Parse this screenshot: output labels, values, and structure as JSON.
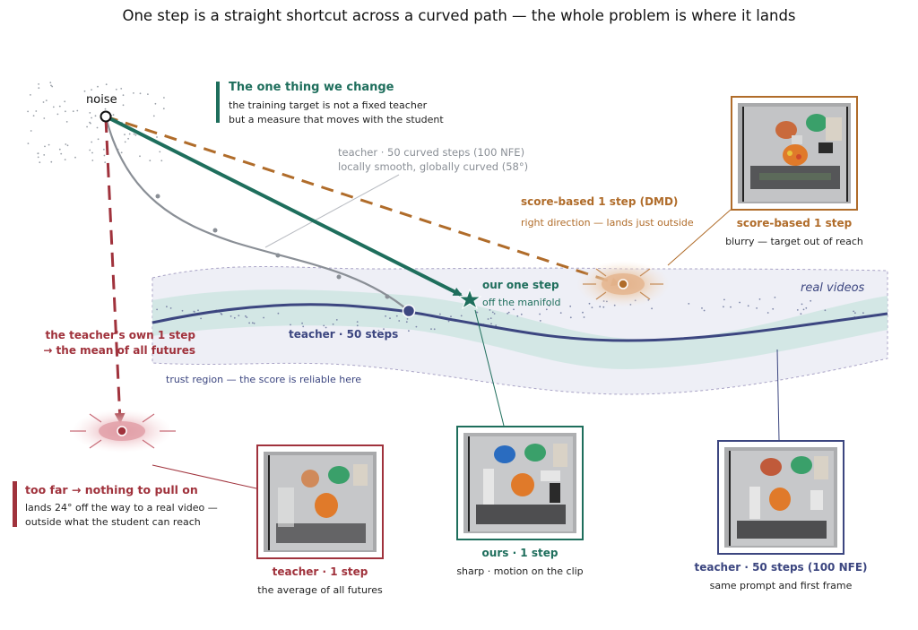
{
  "title": "One step is a straight shortcut across a curved path — the whole problem is where it lands",
  "noise_label": "noise",
  "callout": {
    "heading": "The one thing we change",
    "line1": "the training target is not a fixed teacher",
    "line2": "but a measure that moves with the student"
  },
  "teacher_path": {
    "line1": "teacher · 50 curved steps (100 NFE)",
    "line2": "locally smooth, globally curved (58°)"
  },
  "dmd": {
    "label": "score-based 1 step (DMD)",
    "note": "right direction — lands just outside"
  },
  "ours": {
    "label": "our one step",
    "note": "off the manifold"
  },
  "teacher_end_label": "teacher · 50 steps",
  "real_videos": "real videos",
  "trust_region": "trust region — the score is reliable here",
  "teacher_one_step": {
    "line1": "the teacher's own 1 step",
    "line2": "→ the mean of all futures"
  },
  "too_far": {
    "heading": "too far → nothing to pull on",
    "line1": "lands 24° off the way to a real video —",
    "line2": "outside what the student can reach"
  },
  "panels": {
    "score_based": {
      "title": "score-based 1 step",
      "caption": "blurry — target out of reach"
    },
    "teacher_1": {
      "title": "teacher · 1 step",
      "caption": "the average of all futures"
    },
    "ours_1": {
      "title": "ours · 1 step",
      "caption": "sharp · motion on the clip"
    },
    "teacher_50": {
      "title": "teacher · 50 steps (100 NFE)",
      "caption": "same prompt and first frame"
    }
  },
  "colors": {
    "green": "#1e6e5c",
    "orange": "#b06c2a",
    "navy": "#3c4680",
    "red": "#a0323c",
    "gray": "#8a8f96"
  }
}
